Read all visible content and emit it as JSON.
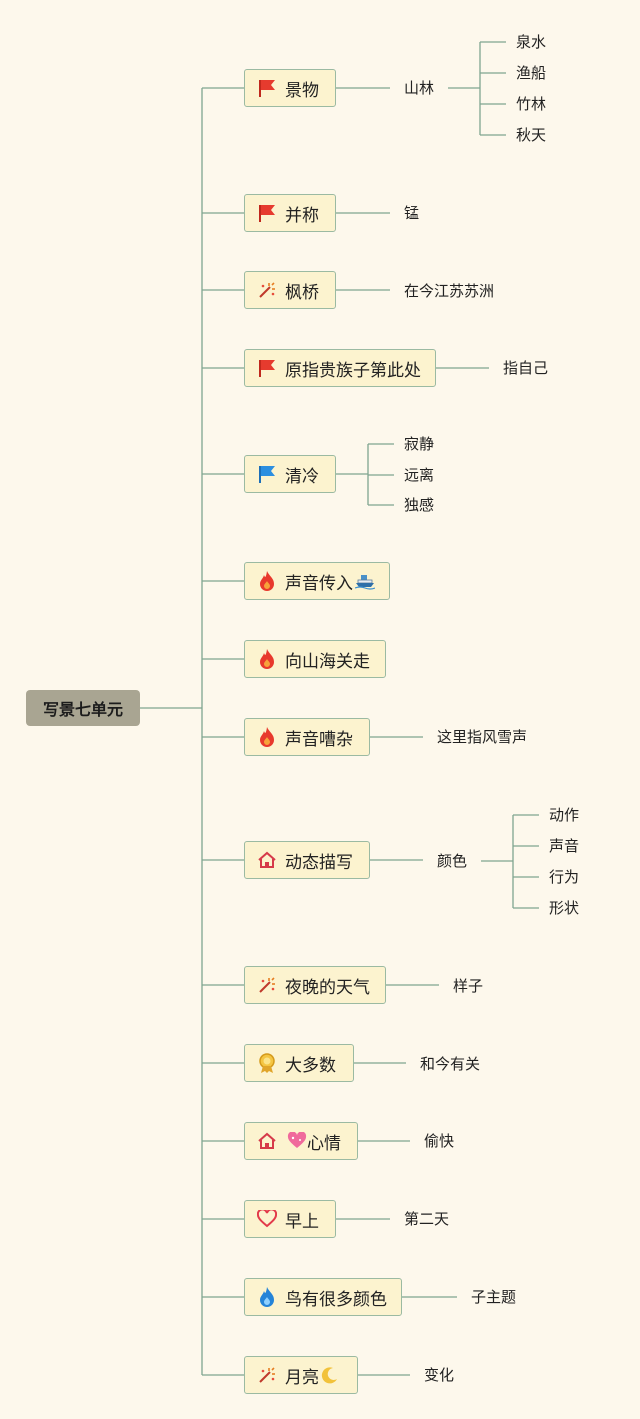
{
  "root": {
    "label": "写景七单元"
  },
  "branches": [
    {
      "label": "景物",
      "icon": "red-flag-icon",
      "children": [
        {
          "label": "山林",
          "children": [
            "泉水",
            "渔船",
            "竹林",
            "秋天"
          ]
        }
      ]
    },
    {
      "label": "并称",
      "icon": "red-flag-icon",
      "children": [
        {
          "label": "锰"
        }
      ]
    },
    {
      "label": "枫桥",
      "icon": "sparkle-wand-icon",
      "children": [
        {
          "label": "在今江苏苏洲"
        }
      ]
    },
    {
      "label": "原指贵族子第此处",
      "icon": "red-flag-icon",
      "children": [
        {
          "label": "指自己"
        }
      ]
    },
    {
      "label": "清冷",
      "icon": "blue-flag-icon",
      "children": [
        {
          "label": "寂静"
        },
        {
          "label": "远离"
        },
        {
          "label": "独感"
        }
      ]
    },
    {
      "label": "声音传入",
      "icon": "fire-icon",
      "suffix_icon": "ship-emoji-icon",
      "children": []
    },
    {
      "label": "向山海关走",
      "icon": "fire-icon",
      "children": []
    },
    {
      "label": "声音嘈杂",
      "icon": "fire-icon",
      "children": [
        {
          "label": "这里指风雪声"
        }
      ]
    },
    {
      "label": "动态描写",
      "icon": "house-icon",
      "children": [
        {
          "label": "颜色",
          "children": [
            "动作",
            "声音",
            "行为",
            "形状"
          ]
        }
      ]
    },
    {
      "label": "夜晚的天气",
      "icon": "sparkle-wand-icon",
      "children": [
        {
          "label": "样子"
        }
      ]
    },
    {
      "label": "大多数",
      "icon": "medal-icon",
      "children": [
        {
          "label": "和今有关"
        }
      ]
    },
    {
      "label": "心情",
      "icon": "house-icon",
      "prefix_extra_icon": "sparkling-heart-icon",
      "children": [
        {
          "label": "偷快"
        }
      ]
    },
    {
      "label": "早上",
      "icon": "heart-outline-icon",
      "children": [
        {
          "label": "第二天"
        }
      ]
    },
    {
      "label": "鸟有很多颜色",
      "icon": "blue-fire-icon",
      "children": [
        {
          "label": "子主题"
        }
      ]
    },
    {
      "label": "月亮",
      "icon": "sparkle-wand-icon",
      "suffix_icon": "crescent-moon-icon",
      "children": [
        {
          "label": "变化"
        }
      ]
    }
  ],
  "colors": {
    "background": "#fdf8ec",
    "node_fill": "#fcf3cf",
    "node_border": "#9bbaa2",
    "root_fill": "#a9a592",
    "line": "#7fa590"
  }
}
